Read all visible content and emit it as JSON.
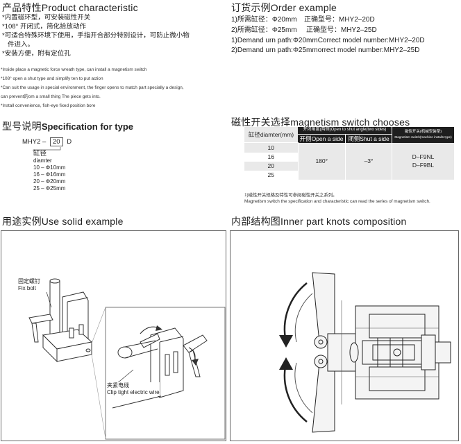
{
  "product": {
    "heading": "产品特性Product characteristic",
    "cn_lines": [
      "*内置磁环型，可安装磁性开关",
      "*108° 开闭式，简化拾放动作",
      "*可适合特殊环境下使用，手指开合部分特别设计，可防止微小物",
      "  件进入。",
      "*安装方便，附有定位孔"
    ],
    "en_lines": [
      "*Inside place a magnetic force wreath type, can install a magnetism switch",
      "*108°  open a shut type and simplify ten to put action",
      "*Can suit the usage in special environment, the finger opens to match part specially a design,",
      "can prevent的om a small thing The piece gets into.",
      "*Install convenience, fish-eye fixed position bore"
    ]
  },
  "spec": {
    "heading_cn": "型号说明",
    "heading_en": "Specification for type",
    "model_prefix": "MHY2 –",
    "model_box": "20",
    "model_suffix": "D",
    "diam_cn": "缸径",
    "diam_en": "diamter",
    "sizes": [
      "10 – Φ10mm",
      "16 – Φ16mm",
      "20 – Φ20mm",
      "25 – Φ25mm"
    ]
  },
  "order": {
    "heading": "订货示例Order example",
    "line1a": "1)所需缸径：Φ20mm",
    "line1b": "正确型号：MHY2–20D",
    "line2a": "2)所需缸径：Φ25mm",
    "line2b": "正确型号：MHY2–25D",
    "line3": "1)Demand urn path:Φ20mmCorrect model number:MHY2–20D",
    "line4": "2)Demand urn path:Φ25mmorrect model number:MHY2–25D"
  },
  "switch": {
    "heading": "磁性开关选择magnetism switch chooses",
    "col_diam": "缸径diamter(mm)",
    "col_angle": "开闭角度(两侧)Open to shut angle(two sides)",
    "sub_open": "开侧Open a side",
    "sub_shut": "闭侧Shut a side",
    "col_switch": "磁性开关(机械安装型)",
    "col_switch_en": "Magnetism switch(machine installs type)",
    "diameters": [
      "10",
      "16",
      "20",
      "25"
    ],
    "open_angle": "180°",
    "shut_angle": "–3°",
    "models": [
      "D–F9NL",
      "D–F9BL"
    ],
    "note_cn": "1)磁性开关规格及特性可参阅磁性开关之系列。",
    "note_en": "Magnetism switch the specification and characteristic can read the series of magnetism switch."
  },
  "use": {
    "heading": "用途实例Use solid example",
    "fix_cn": "固定螺钉",
    "fix_en": "Fix bolt",
    "clip_cn": "夹紧电线",
    "clip_en": "Clip tight electric wire"
  },
  "inner": {
    "heading": "内部结构图Inner part knots composition"
  }
}
